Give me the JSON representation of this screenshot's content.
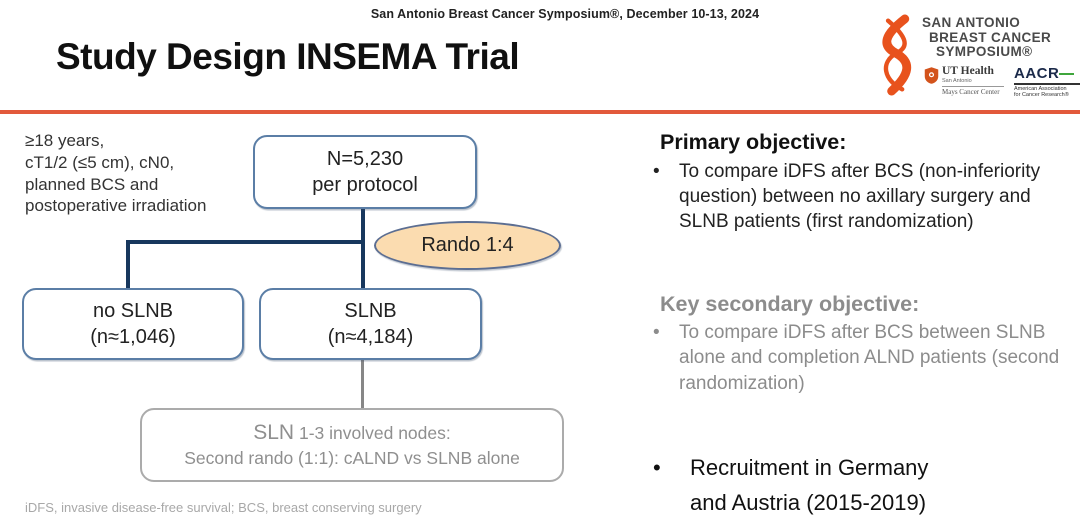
{
  "header": {
    "conference_line": "San Antonio Breast Cancer Symposium®, December 10-13, 2024",
    "title": "Study Design INSEMA Trial",
    "logo": {
      "name_line1": "SAN ANTONIO",
      "name_line2": "BREAST CANCER",
      "name_line3": "SYMPOSIUM®",
      "ut_health_name": "UT Health",
      "ut_health_sub": "San Antonio",
      "ut_cancer_center": "Mays Cancer Center",
      "aacr_text": "AACR",
      "aacr_sub": "American Association\nfor Cancer Research®"
    }
  },
  "flowchart": {
    "eligibility_text": "≥18 years,\ncT1/2 (≤5 cm), cN0,\nplanned BCS and\npostoperative irradiation",
    "protocol_box": "N=5,230\nper protocol",
    "rando_label": "Rando 1:4",
    "no_slnb_box": "no SLNB\n(n≈1,046)",
    "slnb_box": "SLNB\n(n≈4,184)",
    "second_rando_box": {
      "line1_prefix": "SLN",
      "line1_rest": " 1-3 involved nodes:",
      "line2": "Second rando (1:1): cALND vs SLNB alone"
    }
  },
  "objectives": {
    "primary_heading": "Primary objective:",
    "primary_bullet": "To compare iDFS after BCS (non-inferiority question) between no axillary surgery and SLNB patients (first randomization)",
    "secondary_heading": "Key secondary objective:",
    "secondary_bullet": "To compare iDFS after BCS between SLNB alone and completion ALND patients (second randomization)",
    "recruitment_bullet": "Recruitment in Germany\nand Austria (2015-2019)",
    "bullet_glyph": "•"
  },
  "footnote": "iDFS, invasive disease-free survival; BCS, breast conserving surgery",
  "colors": {
    "divider_orange": "#E2593B",
    "connector_navy": "#17375D",
    "box_border_blue": "#5B7EA6",
    "rando_fill": "#FBDCB0",
    "gray_text": "#8C8C8C",
    "ribbon_orange": "#E8521D",
    "aacr_green": "#3FA63C"
  }
}
